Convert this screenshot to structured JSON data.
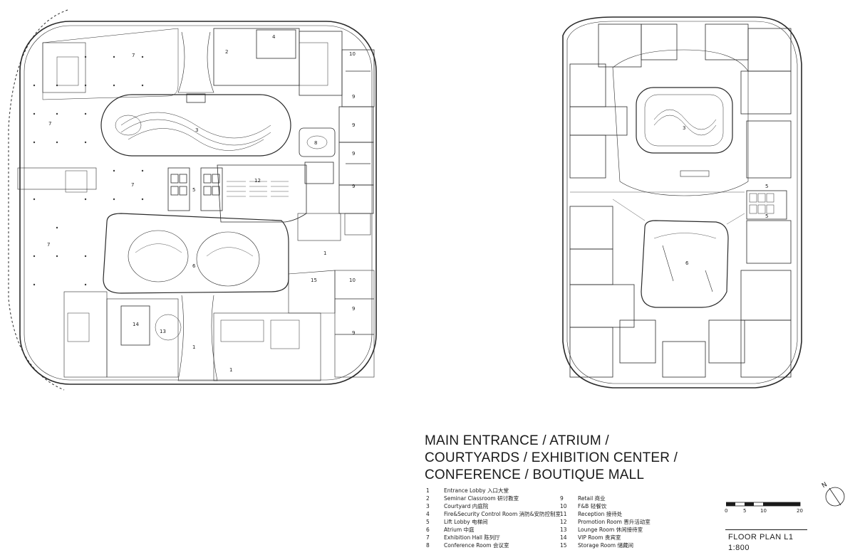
{
  "title_lines": [
    "MAIN ENTRANCE / ATRIUM /",
    "COURTYARDS / EXHIBITION CENTER /",
    "CONFERENCE / BOUTIQUE MALL"
  ],
  "legend": [
    {
      "num": "1",
      "label": "Entrance Lobby 入口大堂"
    },
    {
      "num": "2",
      "label": "Seminar Classroom 研讨教室"
    },
    {
      "num": "3",
      "label": "Courtyard 内庭院"
    },
    {
      "num": "4",
      "label": "Fire&Security Control Room 消防&安防控制室"
    },
    {
      "num": "5",
      "label": "Lift Lobby 电梯间"
    },
    {
      "num": "6",
      "label": "Atrium 中庭"
    },
    {
      "num": "7",
      "label": "Exhibition Hall 陈列厅"
    },
    {
      "num": "8",
      "label": "Conference Room 会议室"
    },
    {
      "num": "9",
      "label": "Retail 商业"
    },
    {
      "num": "10",
      "label": "F&B 轻餐饮"
    },
    {
      "num": "11",
      "label": "Reception 接待处"
    },
    {
      "num": "12",
      "label": "Promotion Room 晋升活动室"
    },
    {
      "num": "13",
      "label": "Lounge Room 休闲接待室"
    },
    {
      "num": "14",
      "label": "VIP Room 贵宾室"
    },
    {
      "num": "15",
      "label": "Storage Room 储藏间"
    }
  ],
  "scale_bar": {
    "ticks": [
      "0",
      "5",
      "10",
      "20"
    ]
  },
  "plan_name": "FLOOR PLAN L1",
  "plan_scale": "1:800",
  "north_label": "N",
  "left_plan_room_numbers": [
    "7",
    "7",
    "7",
    "7",
    "4",
    "2",
    "10",
    "9",
    "9",
    "9",
    "9",
    "3",
    "5",
    "12",
    "8",
    "6",
    "1",
    "1",
    "15",
    "10",
    "9",
    "9",
    "14",
    "13",
    "1"
  ],
  "right_plan_room_numbers": [
    "3",
    "6",
    "5",
    "5"
  ]
}
